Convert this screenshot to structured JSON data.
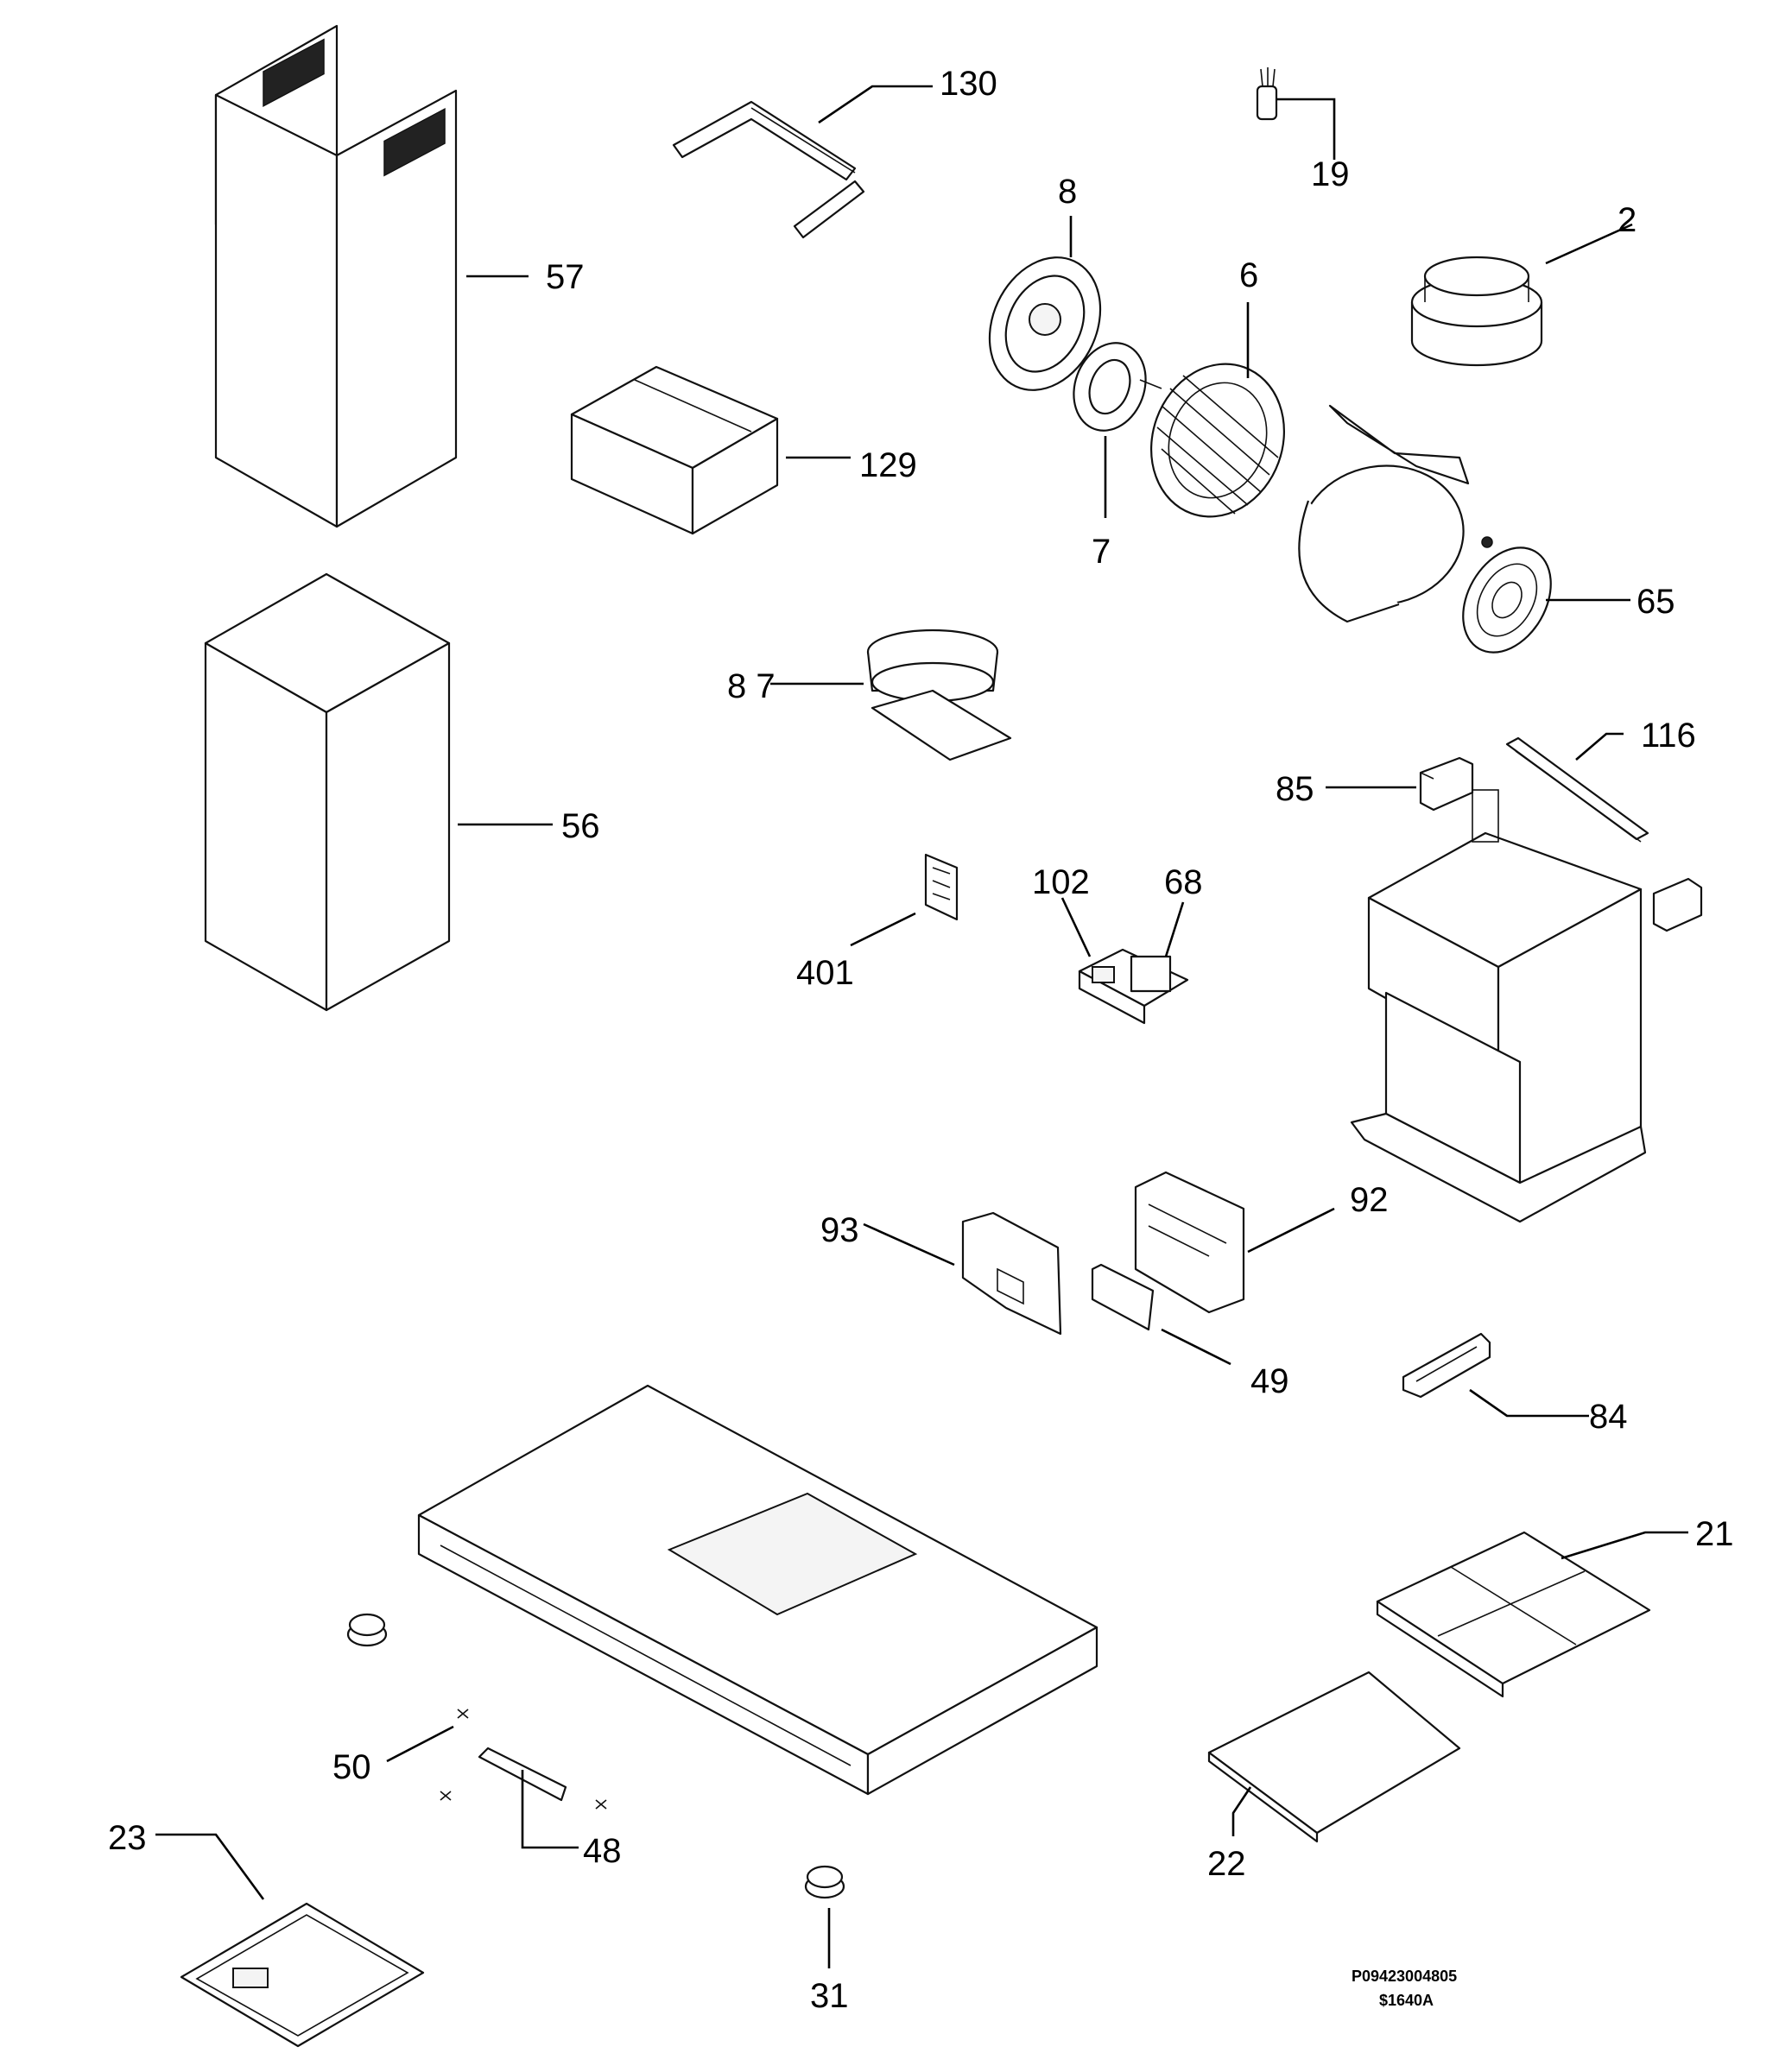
{
  "callouts": {
    "c130": "130",
    "c19": "19",
    "c8": "8",
    "c2": "2",
    "c6": "6",
    "c57": "57",
    "c129": "129",
    "c7": "7",
    "c65": "65",
    "c87": "8 7",
    "c116": "116",
    "c85": "85",
    "c56": "56",
    "c102": "102",
    "c68": "68",
    "c401": "401",
    "c93": "93",
    "c92": "92",
    "c49": "49",
    "c84": "84",
    "c21": "21",
    "c50": "50",
    "c48": "48",
    "c23": "23",
    "c22": "22",
    "c31": "31"
  },
  "footer": {
    "drawing_number": "P09423004805",
    "revision": "$1640A"
  }
}
